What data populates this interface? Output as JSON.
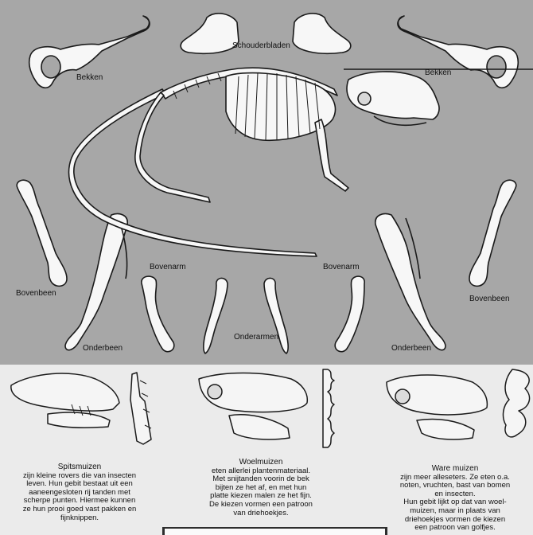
{
  "bone_labels": {
    "schouderbladen": "Schouderbladen",
    "bekken_left": "Bekken",
    "bekken_right": "Bekken",
    "bovenarm_left": "Bovenarm",
    "bovenarm_right": "Bovenarm",
    "bovenbeen_left": "Bovenbeen",
    "bovenbeen_right": "Bovenbeen",
    "onderbeen_left": "Onderbeen",
    "onderbeen_right": "Onderbeen",
    "onderarmen": "Onderarmen"
  },
  "species": [
    {
      "title": "Spitsmuizen",
      "lines": [
        "zijn kleine rovers die van insecten",
        "leven. Hun gebit bestaat uit een",
        "aaneengesloten rij tanden met",
        "scherpe punten. Hiermee kunnen",
        "ze hun prooi goed vast pakken en",
        "fijnknippen."
      ]
    },
    {
      "title": "Woelmuizen",
      "lines": [
        "eten allerlei plantenmateriaal.",
        "Met snijtanden voorin de bek",
        "bijten ze het af, en met hun",
        "platte kiezen malen ze het fijn.",
        "De kiezen vormen een patroon",
        "van driehoekjes."
      ]
    },
    {
      "title": "Ware muizen",
      "lines": [
        "zijn meer alleseters. Ze eten o.a.",
        "noten, vruchten, bast van bomen",
        "en insecten.",
        "Hun gebit lijkt op dat van woel-",
        "muizen, maar in plaats van",
        "driehoekjes vormen de kiezen",
        "een patroon van golfjes."
      ]
    }
  ],
  "colors": {
    "panel_bg": "#a7a7a7",
    "bone_fill": "#f7f7f7",
    "ink": "#1a1a1a",
    "text_bg": "#ebebeb"
  }
}
